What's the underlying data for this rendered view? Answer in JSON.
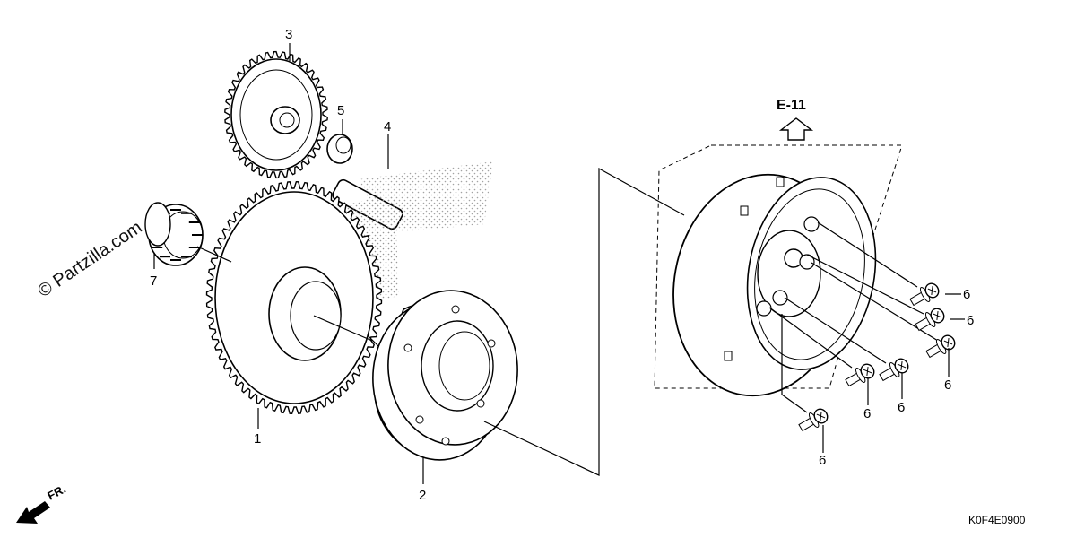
{
  "callouts": {
    "c1": "1",
    "c2": "2",
    "c3": "3",
    "c4": "4",
    "c5": "5",
    "c6": "6",
    "c7": "7"
  },
  "reference": "E-11",
  "diagram_code": "K0F4E0900",
  "watermark": "© Partzilla.com",
  "front_marker": "FR."
}
